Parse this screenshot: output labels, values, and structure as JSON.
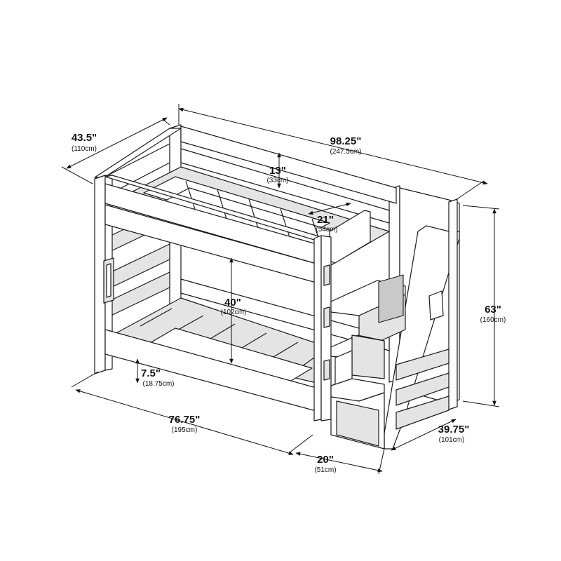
{
  "diagram": {
    "colors": {
      "line": "#1a1a1a",
      "panel": "#ffffff",
      "shade": "#e4e4e4",
      "dark": "#c9c9c9"
    },
    "dimensions": {
      "depth": {
        "main": "43.5\"",
        "sub": "(110cm)"
      },
      "length": {
        "main": "98.25\"",
        "sub": "(247.5cm)"
      },
      "guardrail": {
        "main": "13\"",
        "sub": "(33cm)"
      },
      "entry": {
        "main": "21\"",
        "sub": "(54cm)"
      },
      "bunk_clearance": {
        "main": "40\"",
        "sub": "(102cm)"
      },
      "height": {
        "main": "63\"",
        "sub": "(160cm)"
      },
      "floor_clearance": {
        "main": "7.5\"",
        "sub": "(18.75cm)"
      },
      "bed_length": {
        "main": "76.75\"",
        "sub": "(195cm)"
      },
      "stair_width": {
        "main": "20\"",
        "sub": "(51cm)"
      },
      "stair_depth": {
        "main": "39.75\"",
        "sub": "(101cm)"
      }
    }
  }
}
